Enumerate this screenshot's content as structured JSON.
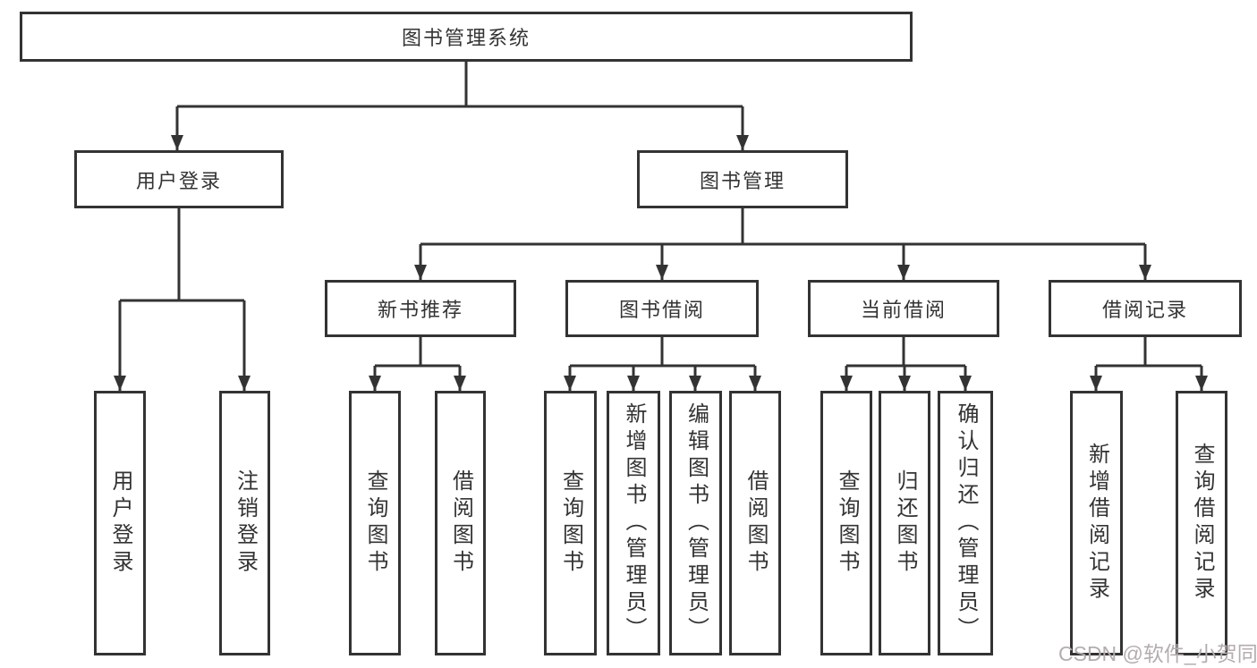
{
  "nodes": {
    "root": "图书管理系统",
    "branches": [
      {
        "label": "用户登录",
        "leaves": [
          "用户登录",
          "注销登录"
        ]
      },
      {
        "label": "图书管理",
        "groups": [
          {
            "label": "新书推荐",
            "leaves": [
              "查询图书",
              "借阅图书"
            ]
          },
          {
            "label": "图书借阅",
            "leaves": [
              "查询图书",
              "新增图书（管理员）",
              "编辑图书（管理员）",
              "借阅图书"
            ]
          },
          {
            "label": "当前借阅",
            "leaves": [
              "查询图书",
              "归还图书",
              "确认归还（管理员）"
            ]
          },
          {
            "label": "借阅记录",
            "leaves": [
              "新增借阅记录",
              "查询借阅记录"
            ]
          }
        ]
      }
    ]
  },
  "watermark": "CSDN @软件_小贺同学",
  "colors": {
    "line": "#333333",
    "text": "#333333",
    "watermark": "#b5adad",
    "background": "#ffffff"
  }
}
